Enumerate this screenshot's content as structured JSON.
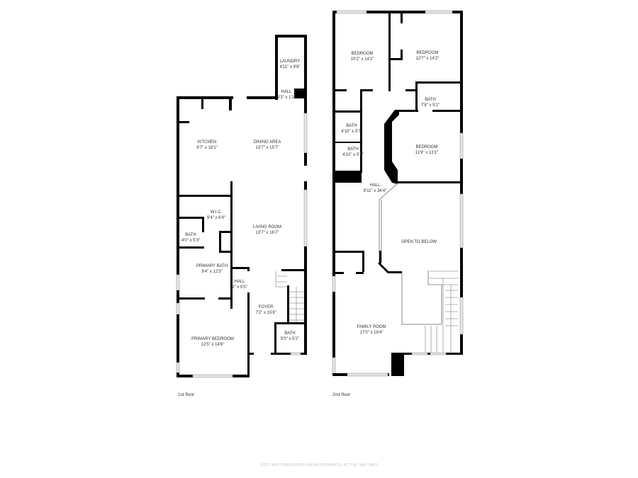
{
  "floors": [
    {
      "label": "1st floor",
      "rooms": [
        {
          "name": "LAUNDRY",
          "dims": "4'11\" x 9'8\""
        },
        {
          "name": "HALL",
          "dims": "3'3\" x 1'1\""
        },
        {
          "name": "KITCHEN",
          "dims": "9'7\" x 18'1\""
        },
        {
          "name": "DINING AREA",
          "dims": "13'7\" x 15'7\""
        },
        {
          "name": "W.I.C.",
          "dims": "9'4\" x 6'4\""
        },
        {
          "name": "BATH",
          "dims": "4'0\" x 5'3\""
        },
        {
          "name": "LIVING ROOM",
          "dims": "13'7\" x 16'7\""
        },
        {
          "name": "PRIMARY BATH",
          "dims": "9'4\" x 12'3\""
        },
        {
          "name": "HALL",
          "dims": "9\" x 5'5\""
        },
        {
          "name": "FOYER",
          "dims": "7'2\" x 15'8\""
        },
        {
          "name": "PRIMARY BEDROOM",
          "dims": "12'5\" x 14'6\""
        },
        {
          "name": "BATH",
          "dims": "5'0\" x 5'2\""
        }
      ]
    },
    {
      "label": "2nd floor",
      "rooms": [
        {
          "name": "BEDROOM",
          "dims": "10'2\" x 14'1\""
        },
        {
          "name": "BEDROOM",
          "dims": "12'7\" x 14'2\""
        },
        {
          "name": "BATH",
          "dims": "7'8\" x 5'1\""
        },
        {
          "name": "BATH",
          "dims": "4'10\" x 5'7\""
        },
        {
          "name": "BATH",
          "dims": "4'10\" x 5'1\""
        },
        {
          "name": "BEDROOM",
          "dims": "11'9\" x 13'1\""
        },
        {
          "name": "HALL",
          "dims": "9'11\" x 34'4\""
        },
        {
          "name": "OPEN TO BELOW",
          "dims": ""
        },
        {
          "name": "FAMILY ROOM",
          "dims": "17'0\" x 19'4\""
        }
      ]
    }
  ],
  "disclaimer": "SIZES AND DIMENSIONS ARE APPROXIMATE, ACTUAL MAY VARY",
  "colors": {
    "wall": "#000000",
    "window": "#e4e4e4",
    "text": "#333333"
  }
}
